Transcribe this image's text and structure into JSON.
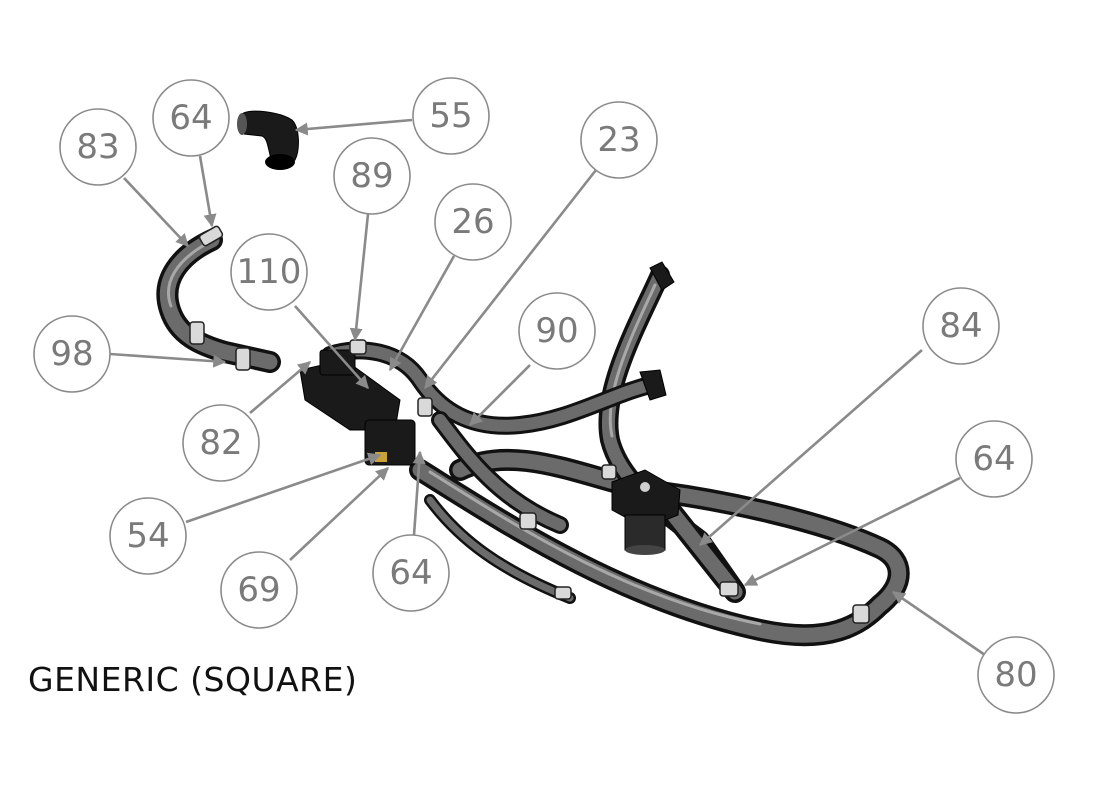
{
  "caption": "GENERIC (SQUARE)",
  "colors": {
    "balloon_stroke": "#8a8a8a",
    "balloon_text": "#7a7a7a",
    "hose": "#111111",
    "caption": "#111111"
  },
  "callouts": [
    {
      "id": "balloon-83",
      "label": "83"
    },
    {
      "id": "balloon-64-top",
      "label": "64"
    },
    {
      "id": "balloon-55",
      "label": "55"
    },
    {
      "id": "balloon-89",
      "label": "89"
    },
    {
      "id": "balloon-26",
      "label": "26"
    },
    {
      "id": "balloon-23",
      "label": "23"
    },
    {
      "id": "balloon-110",
      "label": "110"
    },
    {
      "id": "balloon-98",
      "label": "98"
    },
    {
      "id": "balloon-90",
      "label": "90"
    },
    {
      "id": "balloon-84",
      "label": "84"
    },
    {
      "id": "balloon-82",
      "label": "82"
    },
    {
      "id": "balloon-64-right",
      "label": "64"
    },
    {
      "id": "balloon-54",
      "label": "54"
    },
    {
      "id": "balloon-69",
      "label": "69"
    },
    {
      "id": "balloon-64-bottom",
      "label": "64"
    },
    {
      "id": "balloon-80",
      "label": "80"
    }
  ]
}
